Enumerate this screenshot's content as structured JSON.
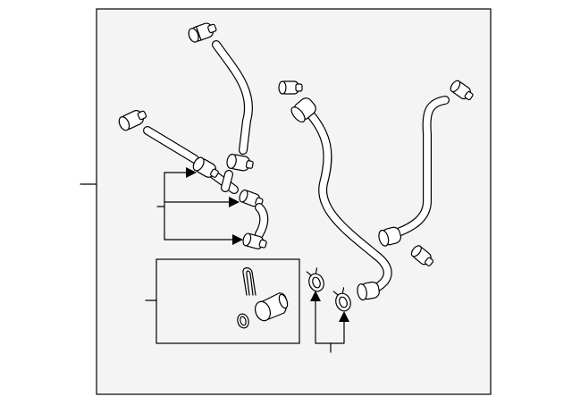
{
  "diagram": {
    "colors": {
      "background": "#ffffff",
      "panel": "#f4f4f4",
      "line": "#000000"
    },
    "parts": [
      {
        "name": "upper-clamp",
        "kind": "hose-clamp"
      },
      {
        "name": "upper-hose",
        "kind": "hose"
      },
      {
        "name": "left-clamp",
        "kind": "hose-clamp"
      },
      {
        "name": "left-short-hose",
        "kind": "hose"
      },
      {
        "name": "tee-fitting",
        "kind": "fitting"
      },
      {
        "name": "elbow-hose",
        "kind": "hose"
      },
      {
        "name": "right-front-clamp",
        "kind": "hose-clamp"
      },
      {
        "name": "long-s-hose",
        "kind": "hose"
      },
      {
        "name": "right-rear-clamp",
        "kind": "hose-clamp"
      },
      {
        "name": "j-hose",
        "kind": "hose"
      },
      {
        "name": "thermostat-housing",
        "kind": "housing"
      },
      {
        "name": "retaining-clip",
        "kind": "clip"
      },
      {
        "name": "o-ring",
        "kind": "seal"
      },
      {
        "name": "spring-clamps",
        "kind": "hose-clamp"
      }
    ]
  }
}
